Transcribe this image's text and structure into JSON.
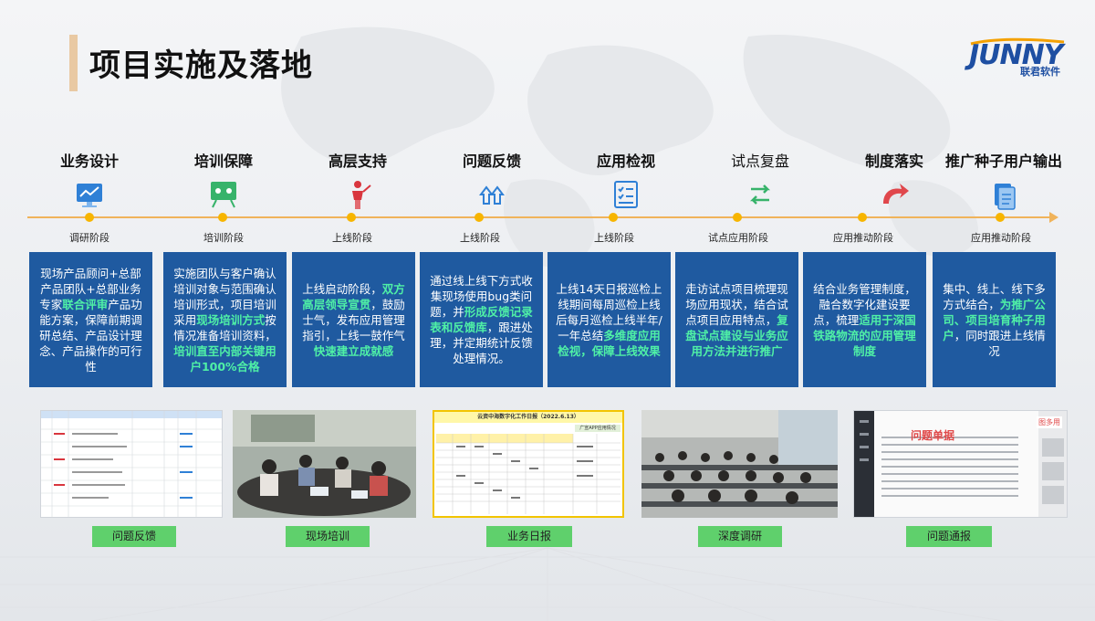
{
  "title": "项目实施及落地",
  "logo": {
    "wordmark": "JUNNY",
    "subtitle": "联君软件"
  },
  "colors": {
    "card_bg": "#1f5aa0",
    "highlight": "#4ff0a6",
    "timeline": "#f0b35a",
    "dot": "#f7b500",
    "caption_bg": "#5fd06c",
    "accent": "#e9c9a3"
  },
  "stages": [
    {
      "title": "业务设计",
      "icon": "monitor-chart-icon",
      "phase": "调研阶段"
    },
    {
      "title": "培训保障",
      "icon": "presentation-board-icon",
      "phase": "培训阶段"
    },
    {
      "title": "高层支持",
      "icon": "speaker-podium-icon",
      "phase": "上线阶段"
    },
    {
      "title": "问题反馈",
      "icon": "upload-arrows-icon",
      "phase": "上线阶段"
    },
    {
      "title": "应用检视",
      "icon": "checklist-icon",
      "phase": "上线阶段"
    },
    {
      "title": "试点复盘",
      "icon": "cycle-arrows-icon",
      "phase": "试点应用阶段"
    },
    {
      "title": "制度落实",
      "icon": "curved-arrow-icon",
      "phase": "应用推动阶段"
    },
    {
      "title": "推广种子用户输出",
      "icon": "document-copy-icon",
      "phase": "应用推动阶段"
    }
  ],
  "cards": [
    [
      {
        "t": "现场产品顾问+总部产品团队+总部业务专家"
      },
      {
        "t": "联合评审",
        "h": true
      },
      {
        "t": "产品功能方案，保障前期调研总结、产品设计理念、产品操作的可行性"
      }
    ],
    [
      {
        "t": "实施团队与客户确认培训对象与范围确认培训形式，项目培训采用"
      },
      {
        "t": "现场培训方式",
        "h": true
      },
      {
        "t": "按情况准备培训资料，"
      },
      {
        "t": "培训直至内部关键用户100%合格",
        "h": true
      }
    ],
    [
      {
        "t": "上线启动阶段，"
      },
      {
        "t": "双方高层领导宣贯",
        "h": true
      },
      {
        "t": "，鼓励士气，发布应用管理指引，上线一鼓作气"
      },
      {
        "t": "快速建立成就感",
        "h": true
      }
    ],
    [
      {
        "t": "通过线上线下方式收集现场使用bug类问题，并"
      },
      {
        "t": "形成反馈记录表和反馈库",
        "h": true
      },
      {
        "t": "，跟进处理，并定期统计反馈处理情况。"
      }
    ],
    [
      {
        "t": "上线14天日报巡检上线期间每周巡检上线后每月巡检上线半年/一年总结"
      },
      {
        "t": "多维度应用检视，保障上线效果",
        "h": true
      }
    ],
    [
      {
        "t": "走访试点项目梳理现场应用现状，结合试点项目应用特点，"
      },
      {
        "t": "复盘试点建设与业务应用方法并进行推广",
        "h": true
      }
    ],
    [
      {
        "t": "结合业务管理制度，融合数字化建设要点，梳理"
      },
      {
        "t": "适用于深国铁路物流的应用管理制度",
        "h": true
      }
    ],
    [
      {
        "t": "集中、线上、线下多方式结合，"
      },
      {
        "t": "为推广公司、项目培育种子用户",
        "h": true
      },
      {
        "t": "，同时跟进上线情况"
      }
    ]
  ],
  "photos": {
    "daily_report_title": "云资中海数字化工作日报（2022.6.13）",
    "daily_report_side": "广宣APP应用情况",
    "issue_notice_title": "问题单据",
    "issue_notice_tag": "图多用"
  },
  "captions": [
    "问题反馈",
    "现场培训",
    "业务日报",
    "深度调研",
    "问题通报"
  ]
}
